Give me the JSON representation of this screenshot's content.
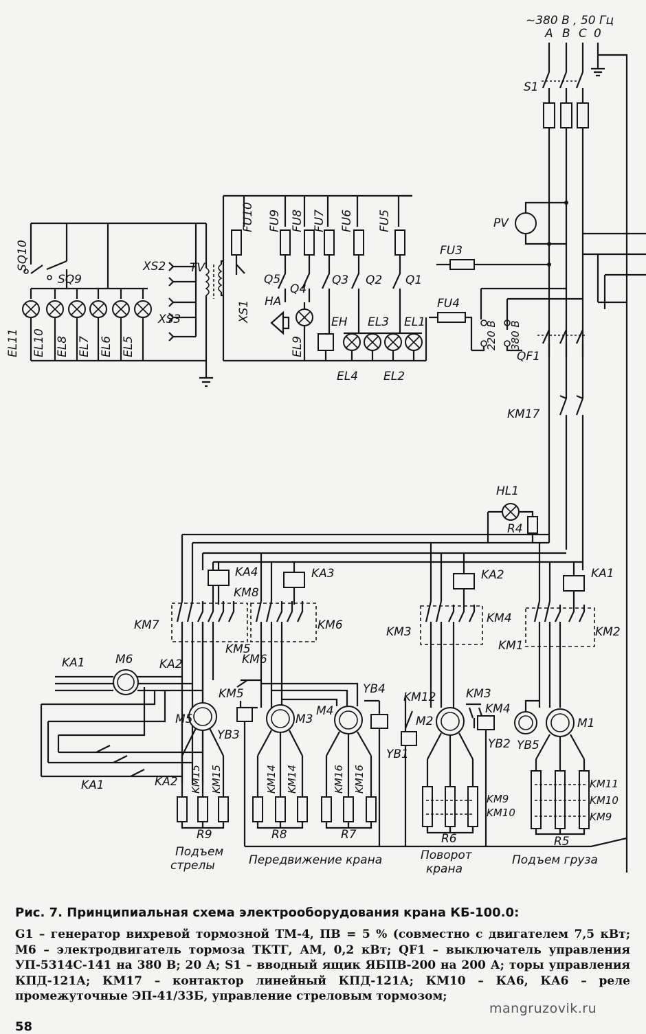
{
  "supply": {
    "voltage": "~380 В , 50 Гц",
    "phases": [
      "A",
      "B",
      "C",
      "0"
    ]
  },
  "labels": {
    "s1": "S1",
    "pv": "PV",
    "fu3": "FU3",
    "fu4": "FU4",
    "qf1": "QF1",
    "km17": "KM17",
    "hl1": "HL1",
    "r4": "R4",
    "v220": "220 В",
    "v380": "380 В",
    "tv": "TV",
    "xs1": "XS1",
    "xs2": "XS2",
    "xs3": "XS3",
    "ha": "HA",
    "eh": "EH",
    "sq10": "SQ10",
    "sq9": "SQ9",
    "fuses": [
      "FU10",
      "FU9",
      "FU8",
      "FU7",
      "FU6",
      "FU5"
    ],
    "q": [
      "Q5",
      "Q4",
      "Q3",
      "Q2",
      "Q1"
    ],
    "lamps_left": [
      "EL11",
      "EL10",
      "EL8",
      "EL7",
      "EL6",
      "EL5"
    ],
    "el9": "EL9",
    "el4": "EL4",
    "el3": "EL3",
    "el2": "EL2",
    "el1": "EL1",
    "ka1": "KA1",
    "ka2": "KA2",
    "ka3": "KA3",
    "ka4": "KA4",
    "km1": "KM1",
    "km2": "KM2",
    "km3": "KM3",
    "km4": "KM4",
    "km5": "KM5",
    "km6": "KM6",
    "km7": "KM7",
    "km8": "KM8",
    "km12": "KM12",
    "m1": "M1",
    "m2": "M2",
    "m3": "M3",
    "m4": "M4",
    "m5": "M5",
    "m6": "M6",
    "yb1": "YB1",
    "yb2": "YB2",
    "yb3": "YB3",
    "yb4": "YB4",
    "yb5": "YB5",
    "km9": "KM9",
    "km10": "KM10",
    "km11": "KM11",
    "km14": "KM14",
    "km15": "KM15",
    "km16": "KM16",
    "r5": "R5",
    "r6": "R6",
    "r7": "R7",
    "r8": "R8",
    "r9": "R9"
  },
  "groups": {
    "boom_1": "Подъем",
    "boom_2": "стрелы",
    "travel": "Передвижение крана",
    "slew_1": "Поворот",
    "slew_2": "крана",
    "hoist": "Подъем груза"
  },
  "caption": {
    "title": "Рис. 7. Принципиальная схема электрооборудования крана КБ-100.0:",
    "body": "G1 – генератор вихревой тормозной ТМ-4, ПВ = 5 % (совместно с двигателем 7,5 кВт; М6 – электродвигатель тормоза ТКТГ, АМ, 0,2 кВт; QF1 – выключатель управления УП-5314С-141 на 380 В; 20 А; S1 – вводный ящик ЯБПВ-200 на 200 А; торы управления КПД-121А; КМ17 – контактор линейный КПД-121А; КМ10 – КА6, КА6 – реле промежуточные ЭП-41/33Б, управление стреловым тормозом;"
  },
  "page_number": "58",
  "watermark": "mangruzovik.ru"
}
